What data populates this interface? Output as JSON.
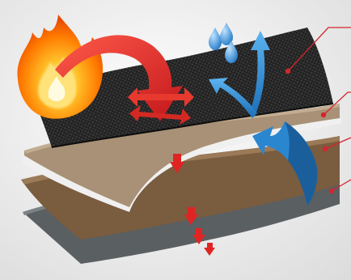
{
  "diagram": {
    "layers": [
      {
        "name": "woven-fabric-layer",
        "color": "#262626"
      },
      {
        "name": "tan-membrane-layer",
        "color": "#a89176"
      },
      {
        "name": "white-film-layer",
        "color": "#e9e9e9"
      },
      {
        "name": "brown-insulation-layer",
        "color": "#7a5c3f"
      },
      {
        "name": "gray-backing-layer",
        "color": "#5f6466"
      }
    ],
    "icons": [
      "fire-icon",
      "water-drops-icon",
      "heat-arrow-icon",
      "moisture-arrows-icon"
    ],
    "colors": {
      "background": "#efefef",
      "leader_lines": "#d3262c",
      "heat_arrow": "#e02424",
      "moisture_arrow": "#2b86d0",
      "fire": "#ff8a00",
      "water": "#3a92da"
    },
    "callout_count": 4
  }
}
